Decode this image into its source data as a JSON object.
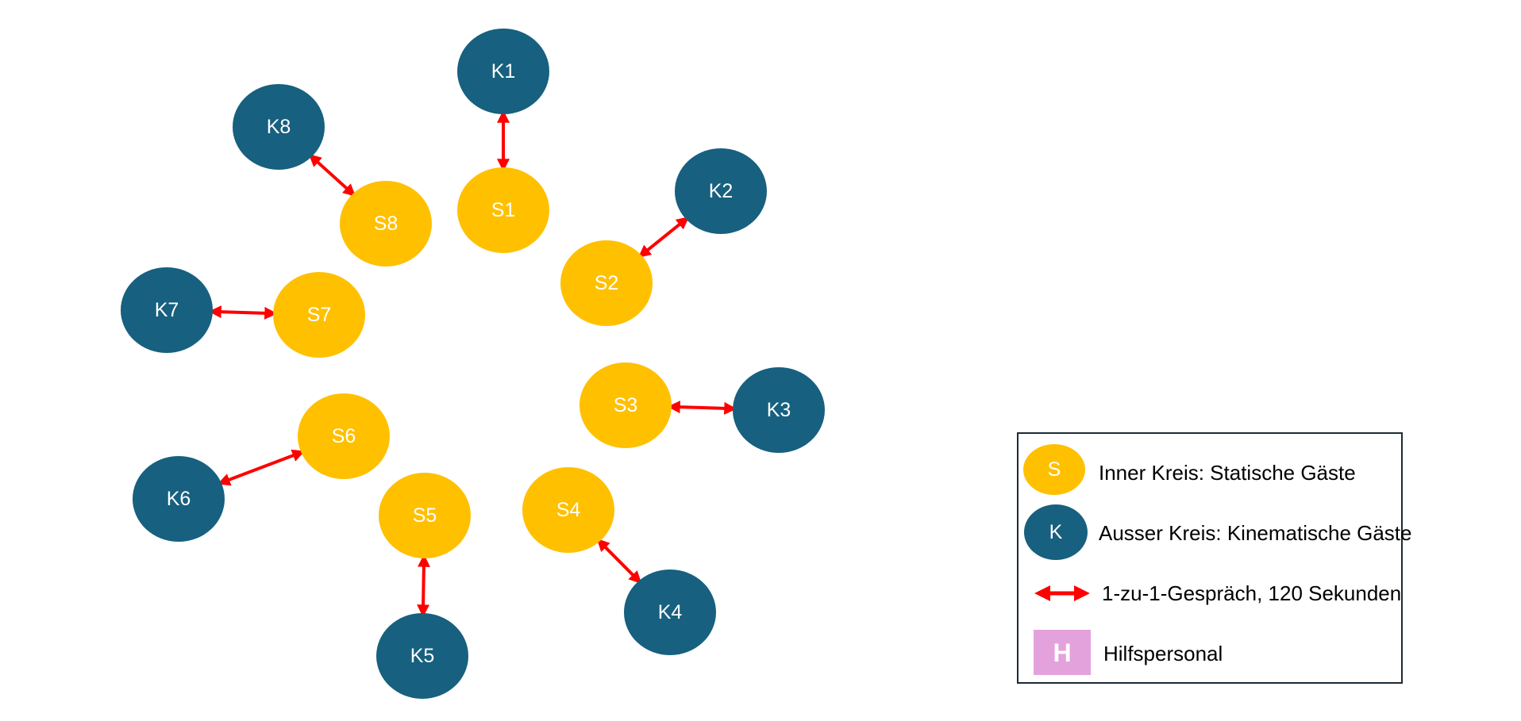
{
  "colors": {
    "static": "#FFC000",
    "kinematic": "#17607F",
    "arrow": "#FF0000",
    "helper": "#E4A2DC",
    "legend_border": "#1B2B36"
  },
  "nodes": [
    {
      "id": "K1",
      "type": "kinematic"
    },
    {
      "id": "S1",
      "type": "static"
    },
    {
      "id": "K2",
      "type": "kinematic"
    },
    {
      "id": "S2",
      "type": "static"
    },
    {
      "id": "K3",
      "type": "kinematic"
    },
    {
      "id": "S3",
      "type": "static"
    },
    {
      "id": "K4",
      "type": "kinematic"
    },
    {
      "id": "S4",
      "type": "static"
    },
    {
      "id": "K5",
      "type": "kinematic"
    },
    {
      "id": "S5",
      "type": "static"
    },
    {
      "id": "K6",
      "type": "kinematic"
    },
    {
      "id": "S6",
      "type": "static"
    },
    {
      "id": "K7",
      "type": "kinematic"
    },
    {
      "id": "S7",
      "type": "static"
    },
    {
      "id": "K8",
      "type": "kinematic"
    },
    {
      "id": "S8",
      "type": "static"
    }
  ],
  "pairs": [
    [
      "K1",
      "S1"
    ],
    [
      "K2",
      "S2"
    ],
    [
      "K3",
      "S3"
    ],
    [
      "K4",
      "S4"
    ],
    [
      "K5",
      "S5"
    ],
    [
      "K6",
      "S6"
    ],
    [
      "K7",
      "S7"
    ],
    [
      "K8",
      "S8"
    ]
  ],
  "legend": {
    "static_symbol": "S",
    "static_label": "Inner Kreis: Statische Gäste",
    "kinematic_symbol": "K",
    "kinematic_label": "Ausser Kreis: Kinematische Gäste",
    "arrow_label": "1-zu-1-Gespräch, 120 Sekunden",
    "helper_symbol": "H",
    "helper_label": "Hilfspersonal"
  }
}
